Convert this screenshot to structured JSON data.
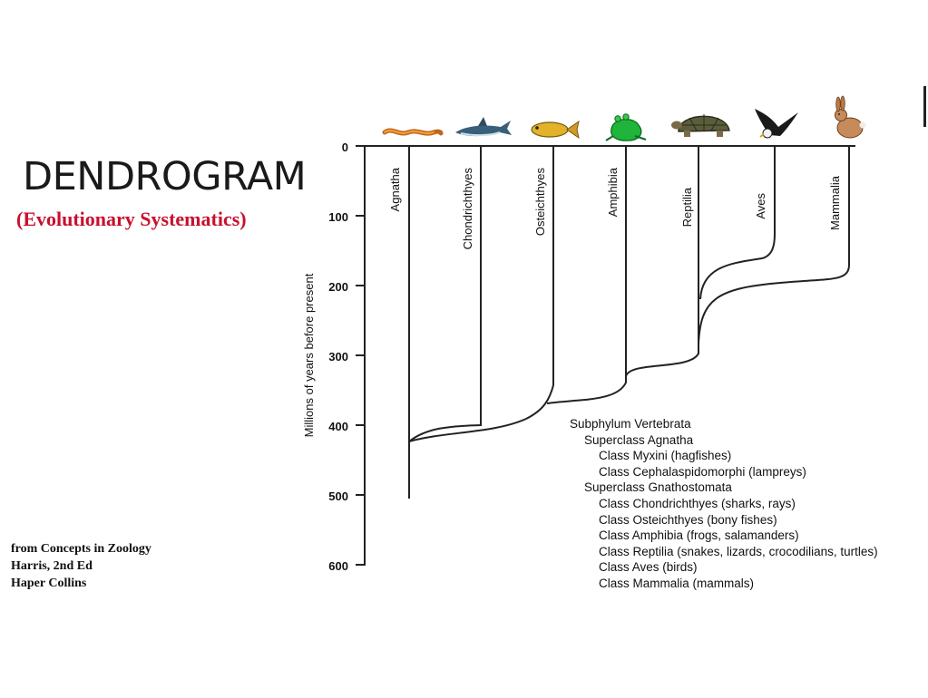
{
  "title": "DENDROGRAM",
  "subtitle": "(Evolutionary Systematics)",
  "credit": [
    "from Concepts in Zoology",
    "Harris, 2nd Ed",
    "Haper Collins"
  ],
  "axis": {
    "label": "Millions of years before present",
    "ticks": [
      "0",
      "100",
      "200",
      "300",
      "400",
      "500",
      "600"
    ]
  },
  "taxa": [
    "Agnatha",
    "Chondrichthyes",
    "Osteichthyes",
    "Amphibia",
    "Reptilia",
    "Aves",
    "Mammalia"
  ],
  "animal_icons": [
    "lamprey-icon",
    "shark-icon",
    "fish-icon",
    "frog-icon",
    "turtle-icon",
    "eagle-icon",
    "rabbit-icon"
  ],
  "colors": {
    "subtitle": "#c8102e",
    "lines": "#222222"
  },
  "taxonomy": [
    {
      "level": 0,
      "text": "Subphylum Vertebrata"
    },
    {
      "level": 1,
      "text": "Superclass Agnatha"
    },
    {
      "level": 2,
      "text": "Class Myxini (hagfishes)"
    },
    {
      "level": 2,
      "text": "Class Cephalaspidomorphi (lampreys)"
    },
    {
      "level": 1,
      "text": "Superclass Gnathostomata"
    },
    {
      "level": 2,
      "text": "Class Chondrichthyes (sharks, rays)"
    },
    {
      "level": 2,
      "text": "Class Osteichthyes (bony fishes)"
    },
    {
      "level": 2,
      "text": "Class Amphibia (frogs, salamanders)"
    },
    {
      "level": 2,
      "text": "Class Reptilia (snakes, lizards, crocodilians, turtles)"
    },
    {
      "level": 2,
      "text": "Class Aves (birds)"
    },
    {
      "level": 2,
      "text": "Class Mammalia (mammals)"
    }
  ]
}
